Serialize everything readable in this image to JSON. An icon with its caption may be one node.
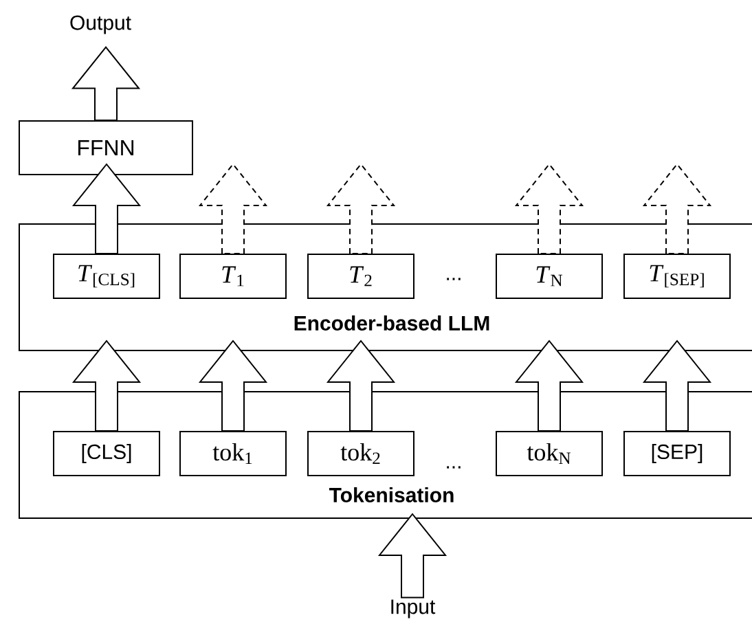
{
  "diagram": {
    "nodes": [
      {
        "text": [
          "Encoder-based LLM"
        ]
      },
      {
        "text": [
          "*T*$_{[CLS]}$"
        ],
        "in": 0
      },
      {
        "text": [
          "*T*$_{1}$"
        ],
        "in": 0
      },
      {
        "text": [
          "*T*$_{2}$"
        ],
        "in": 0
      },
      {
        "text": [
          "*T*$_{N}$"
        ],
        "in": 0
      },
      {
        "text": [
          "*T*$_{[SEP]}$"
        ],
        "in": 0
      },
      {
        "text": [
          "Tokenisation"
        ]
      },
      {
        "text": [
          "[CLS]"
        ],
        "in": 6
      },
      {
        "text": [
          "tok$_{1}$"
        ],
        "in": 6
      },
      {
        "text": [
          "tok$_{2}$"
        ],
        "in": 6
      },
      {
        "text": [
          "tok$_{N}$"
        ],
        "in": 6
      },
      {
        "text": [
          "[SEP]"
        ],
        "in": 6
      },
      {
        "text": [
          "FFNN"
        ]
      },
      {
        "text": [
          "Output"
        ]
      },
      {
        "text": [
          "Input"
        ]
      }
    ],
    "edges": [
      {
        "from": 14,
        "to": 6,
        "arrow": "to"
      },
      {
        "from": 7,
        "to": 0,
        "arrow": "to"
      },
      {
        "from": 8,
        "to": 0,
        "arrow": "to"
      },
      {
        "from": 9,
        "to": 0,
        "arrow": "to"
      },
      {
        "from": 10,
        "to": 0,
        "arrow": "to"
      },
      {
        "from": 11,
        "to": 0,
        "arrow": "to"
      },
      {
        "from": 1,
        "to": 12,
        "arrow": "to"
      },
      {
        "from": 12,
        "to": 13,
        "arrow": "to"
      },
      {
        "from": 2,
        "to": null,
        "arrow": "to",
        "style": "dashed"
      },
      {
        "from": 3,
        "to": null,
        "arrow": "to",
        "style": "dashed"
      },
      {
        "from": 4,
        "to": null,
        "arrow": "to",
        "style": "dashed"
      },
      {
        "from": 5,
        "to": null,
        "arrow": "to",
        "style": "dashed"
      }
    ],
    "labels": [
      "...",
      "..."
    ]
  }
}
